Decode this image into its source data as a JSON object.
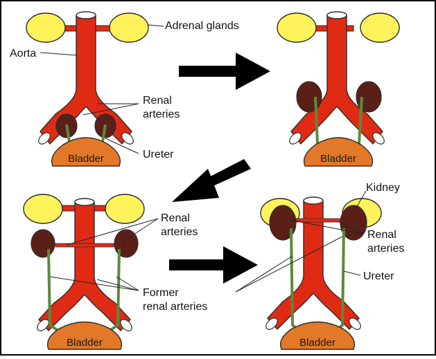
{
  "panel_top_left": {
    "label_adrenal_glands": "Adrenal glands",
    "label_aorta": "Aorta",
    "label_renal_arteries_line1": "Renal",
    "label_renal_arteries_line2": "arteries",
    "label_ureter": "Ureter",
    "label_bladder": "Bladder"
  },
  "panel_top_right": {
    "label_bladder": "Bladder"
  },
  "panel_bottom_left": {
    "label_renal_arteries_line1": "Renal",
    "label_renal_arteries_line2": "arteries",
    "label_former_line1": "Former",
    "label_former_line2": "renal arteries",
    "label_bladder": "Bladder"
  },
  "panel_bottom_right": {
    "label_kidney": "Kidney",
    "label_renal_arteries_line1": "Renal",
    "label_renal_arteries_line2": "arteries",
    "label_ureter": "Ureter",
    "label_bladder": "Bladder"
  },
  "colors": {
    "aorta": "#e02b14",
    "adrenal": "#fff35c",
    "kidney": "#5a2018",
    "ureter": "#5a8a3c",
    "bladder": "#e37828",
    "arrow": "#000000",
    "frame": "#000000"
  }
}
